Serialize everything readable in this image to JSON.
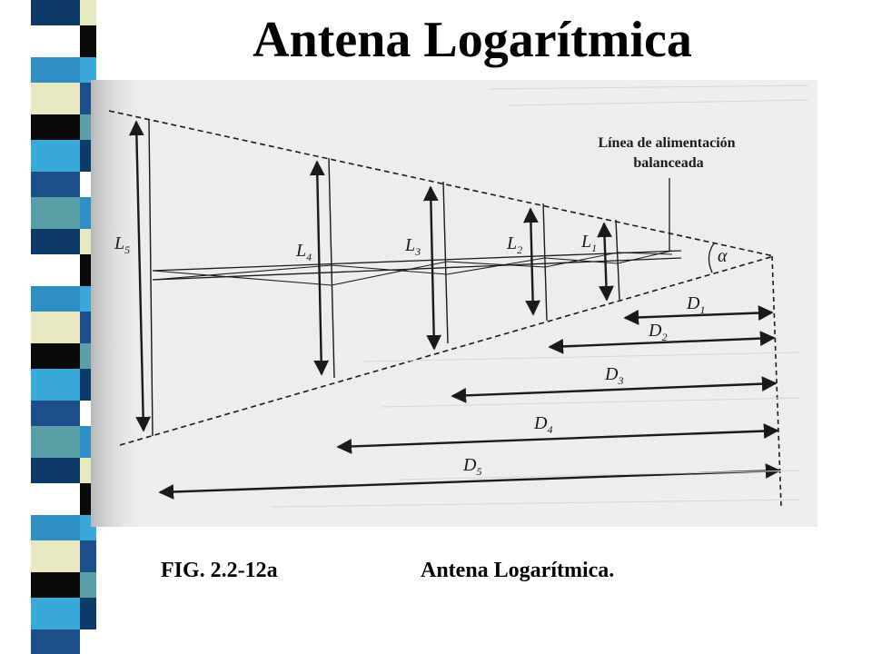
{
  "slide": {
    "title": "Antena Logarítmica"
  },
  "diagram": {
    "feed_line_label_line1": "Línea de alimentación",
    "feed_line_label_line2": "balanceada",
    "angle_label": "α",
    "element_labels": [
      {
        "letter": "L",
        "sub": "5"
      },
      {
        "letter": "L",
        "sub": "4"
      },
      {
        "letter": "L",
        "sub": "3"
      },
      {
        "letter": "L",
        "sub": "2"
      },
      {
        "letter": "L",
        "sub": "1"
      }
    ],
    "distance_labels": [
      {
        "letter": "D",
        "sub": "1"
      },
      {
        "letter": "D",
        "sub": "2"
      },
      {
        "letter": "D",
        "sub": "3"
      },
      {
        "letter": "D",
        "sub": "4"
      },
      {
        "letter": "D",
        "sub": "5"
      }
    ]
  },
  "caption": {
    "figure_number": "FIG. 2.2-12a",
    "figure_title": "Antena Logarítmica."
  },
  "colors": {
    "strip_palette": [
      "#0d3a66",
      "#ffffff",
      "#2f8fc4",
      "#e8e8c0",
      "#0a0a0a",
      "#3aa8d8",
      "#1c4f8a",
      "#5aa0a8"
    ],
    "panel_background": "#ededed",
    "ink": "#1a1a1a"
  }
}
